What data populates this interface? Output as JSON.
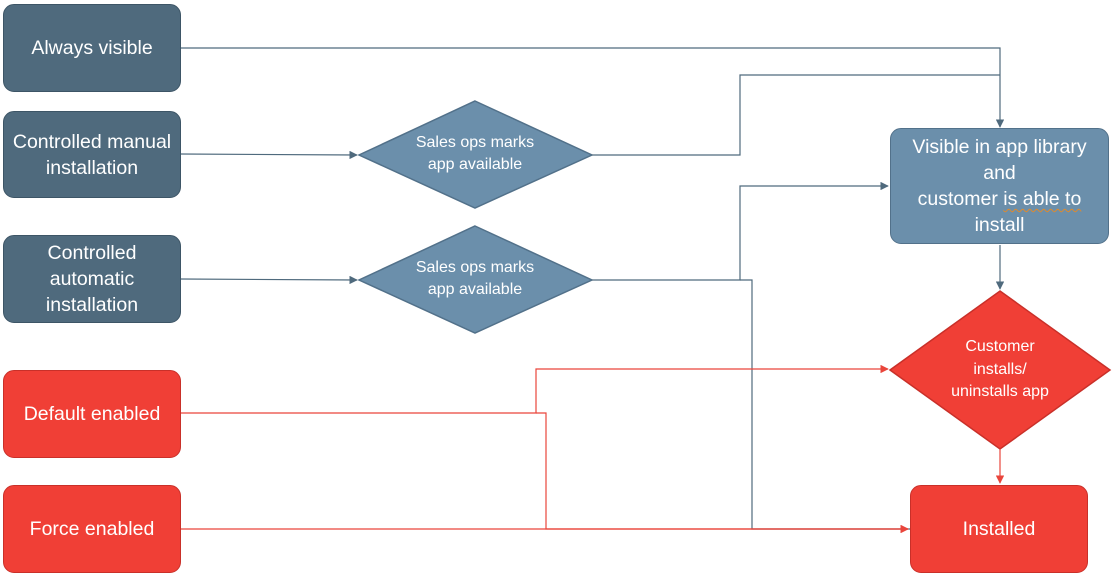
{
  "colors": {
    "dark_box": "#4f6a7d",
    "mid_box": "#6b8fab",
    "red_box": "#f03f36",
    "blue_line": "#4f6a7d",
    "red_line": "#e9453b"
  },
  "sources": {
    "always_visible": "Always visible",
    "controlled_manual": "Controlled manual installation",
    "controlled_automatic": "Controlled automatic installation",
    "default_enabled": "Default enabled",
    "force_enabled": "Force enabled"
  },
  "decisions": {
    "sales_ops_1": "Sales ops marks app available",
    "sales_ops_2": "Sales ops marks app available",
    "customer_installs": "Customer installs/ uninstalls app"
  },
  "targets": {
    "visible_line1": "Visible in app library and",
    "visible_line2a": "customer ",
    "visible_line2b": "is able to",
    "visible_line3": "install",
    "installed": "Installed"
  }
}
